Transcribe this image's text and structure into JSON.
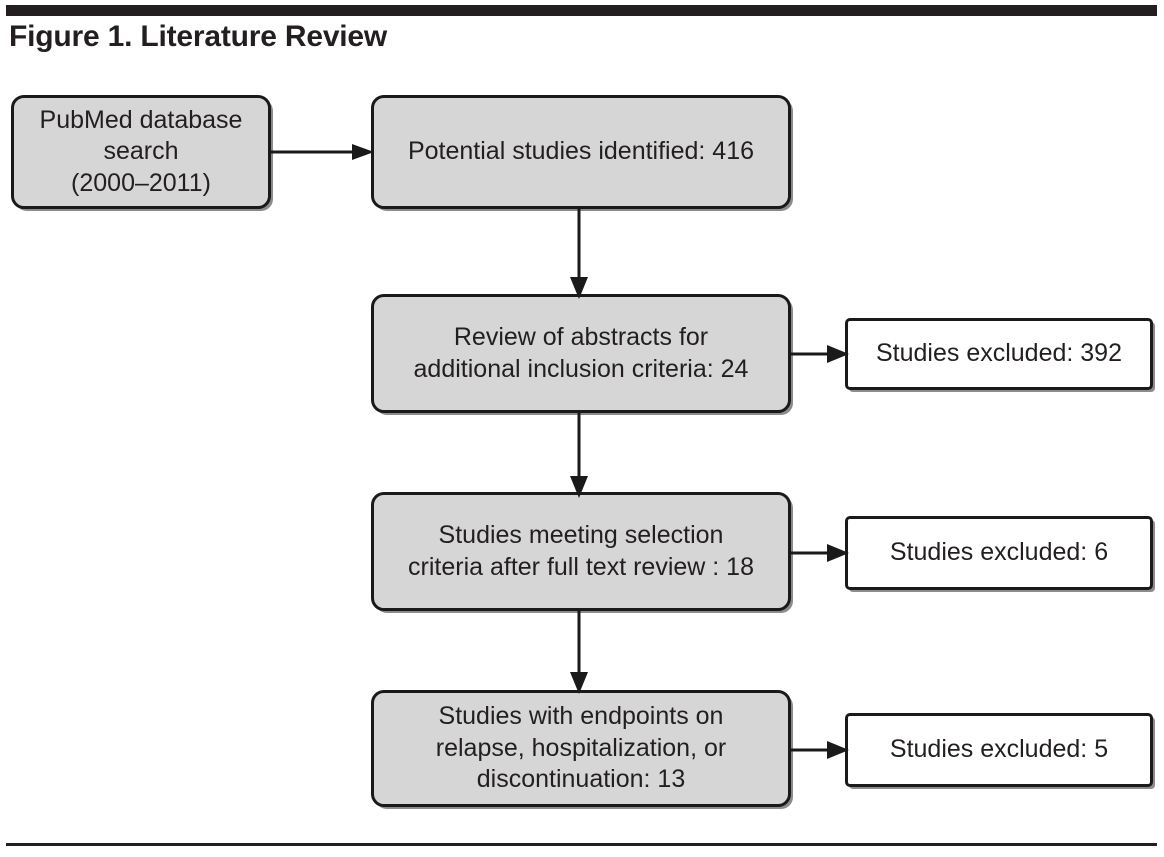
{
  "figure": {
    "title": "Figure 1. Literature Review"
  },
  "colors": {
    "node_fill": "#d6d6d6",
    "node_border": "#1a1a1a",
    "excluded_fill": "#ffffff",
    "text": "#231f20",
    "rule": "#231f20"
  },
  "flow": {
    "main_nodes": [
      {
        "id": "search",
        "text": "PubMed database\nsearch\n(2000–2011)"
      },
      {
        "id": "identified",
        "text": "Potential studies identified: 416"
      },
      {
        "id": "abstracts",
        "text": "Review of abstracts for\nadditional inclusion criteria: 24"
      },
      {
        "id": "selection",
        "text": "Studies meeting selection\ncriteria after full text review : 18"
      },
      {
        "id": "endpoints",
        "text": "Studies with endpoints on\nrelapse, hospitalization, or\ndiscontinuation: 13"
      }
    ],
    "excluded_nodes": [
      {
        "id": "excl-392",
        "text": "Studies excluded: 392"
      },
      {
        "id": "excl-6",
        "text": "Studies excluded: 6"
      },
      {
        "id": "excl-5",
        "text": "Studies excluded: 5"
      }
    ],
    "edges": [
      {
        "id": "h0",
        "from": "search",
        "to": "identified",
        "direction": "right"
      },
      {
        "id": "v1",
        "from": "identified",
        "to": "abstracts",
        "direction": "down"
      },
      {
        "id": "v2",
        "from": "abstracts",
        "to": "selection",
        "direction": "down"
      },
      {
        "id": "v3",
        "from": "selection",
        "to": "endpoints",
        "direction": "down"
      },
      {
        "id": "h1",
        "from": "abstracts",
        "to": "excl-392",
        "direction": "right"
      },
      {
        "id": "h2",
        "from": "selection",
        "to": "excl-6",
        "direction": "right"
      },
      {
        "id": "h3",
        "from": "endpoints",
        "to": "excl-5",
        "direction": "right"
      }
    ]
  }
}
